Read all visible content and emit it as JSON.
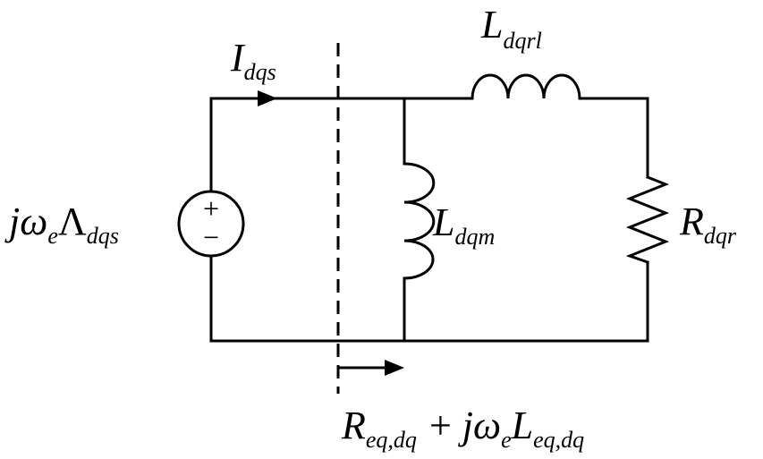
{
  "source": {
    "j": "j",
    "omega": "ω",
    "omega_sub": "e",
    "Lambda": "Λ",
    "Lambda_sub": "dqs",
    "plus": "+",
    "minus": "−"
  },
  "current": {
    "main": "I",
    "sub": "dqs"
  },
  "inductor_rl": {
    "main": "L",
    "sub": "dqrl"
  },
  "inductor_m": {
    "main": "L",
    "sub": "dqm"
  },
  "resistor_r": {
    "main": "R",
    "sub": "dqr"
  },
  "equivalent": {
    "r_main": "R",
    "r_sub": "eq,dq",
    "plus": "+",
    "j": "j",
    "omega": "ω",
    "omega_sub": "e",
    "l_main": "L",
    "l_sub": "eq,dq"
  }
}
